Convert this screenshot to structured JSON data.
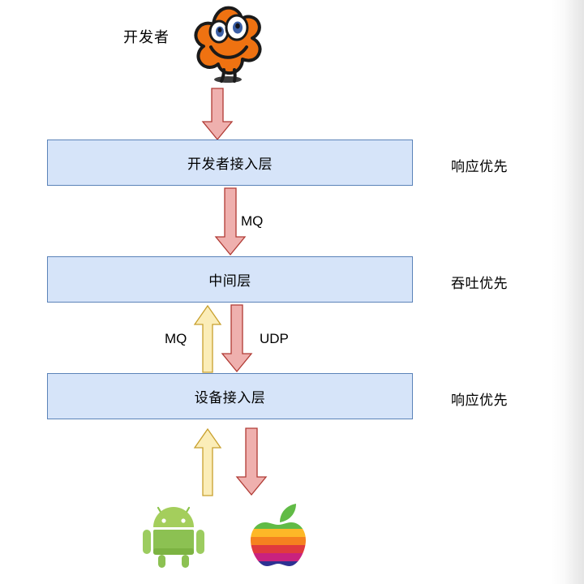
{
  "diagram": {
    "title_actor": "开发者",
    "layers": [
      {
        "id": "developer-access",
        "label": "开发者接入层",
        "note": "响应优先"
      },
      {
        "id": "middle",
        "label": "中间层",
        "note": "吞吐优先"
      },
      {
        "id": "device-access",
        "label": "设备接入层",
        "note": "响应优先"
      }
    ],
    "edges": [
      {
        "id": "actor-to-dev",
        "label": "",
        "direction": "down",
        "color": "#efb0ae"
      },
      {
        "id": "dev-to-mid",
        "label": "MQ",
        "direction": "down",
        "color": "#efb0ae"
      },
      {
        "id": "devc-to-mid",
        "label": "MQ",
        "direction": "up",
        "color": "#fbedb8"
      },
      {
        "id": "mid-to-devc",
        "label": "UDP",
        "direction": "down",
        "color": "#efb0ae"
      },
      {
        "id": "clients-to-devc",
        "label": "",
        "direction": "up",
        "color": "#fbedb8"
      },
      {
        "id": "devc-to-clients",
        "label": "",
        "direction": "down",
        "color": "#efb0ae"
      }
    ],
    "clients": [
      {
        "id": "android",
        "name": "android-logo"
      },
      {
        "id": "ios",
        "name": "apple-logo"
      }
    ],
    "colors": {
      "box_fill": "#d6e4f9",
      "box_border": "#5b83b9",
      "arrow_pink_fill": "#efb0ae",
      "arrow_pink_border": "#b03a34",
      "arrow_yellow_fill": "#fbedb8",
      "arrow_yellow_border": "#c8a02e",
      "mascot_orange": "#ef7211",
      "android_green": "#8bc34a",
      "text": "#000000"
    }
  }
}
